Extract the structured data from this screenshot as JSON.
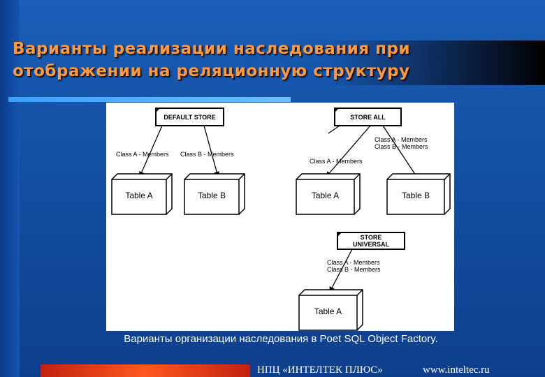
{
  "title": {
    "line1": "Варианты реализации наследования при",
    "line2": "отображении на реляционную структуру"
  },
  "diagram": {
    "default_store": {
      "label": "DEFAULT STORE",
      "arrow_labels": [
        "Class A - Members",
        "Class B - Members"
      ],
      "tables": [
        "Table A",
        "Table B"
      ]
    },
    "store_all": {
      "label": "STORE ALL",
      "arrow_label_left": "Class A - Members",
      "arrow_label_right_line1": "Class A - Members",
      "arrow_label_right_line2": "Class B - Members",
      "tables": [
        "Table A",
        "Table B"
      ]
    },
    "store_universal": {
      "label_line1": "STORE",
      "label_line2": "UNIVERSAL",
      "arrow_label_line1": "Class A - Members",
      "arrow_label_line2": "Class B - Members",
      "table": "Table A"
    }
  },
  "caption": "Варианты организации наследования в Poet SQL Object Factory.",
  "footer": {
    "company": "НПЦ «ИНТЕЛТЕК ПЛЮС»",
    "url": "www.inteltec.ru"
  },
  "colors": {
    "background": "#1452a6",
    "title": "#ff9a3c",
    "accent_line": "#3aa0ff",
    "bottom_bar": "#ff5a20"
  }
}
